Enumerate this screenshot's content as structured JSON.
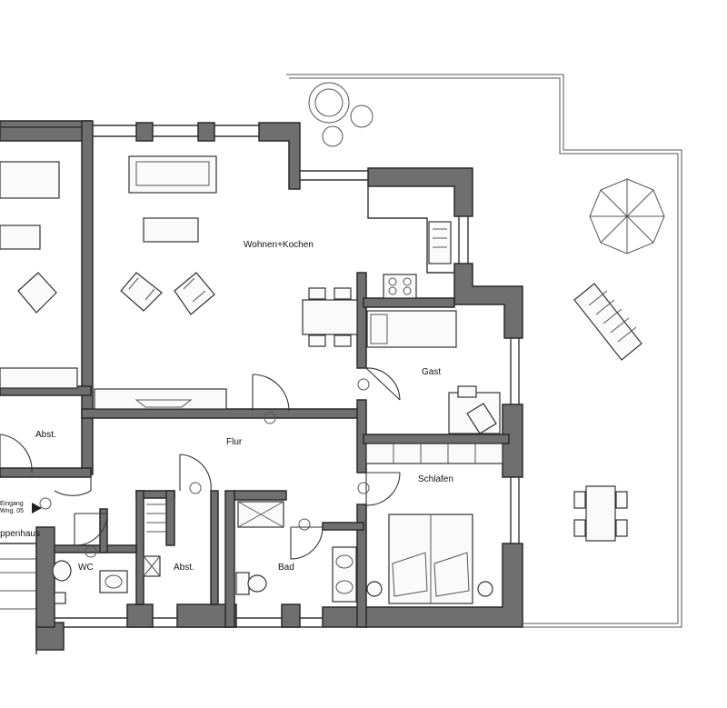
{
  "rooms": {
    "wohnen": "Wohnen+Kochen",
    "gast": "Gast",
    "flur": "Flur",
    "schlafen": "Schlafen",
    "bad": "Bad",
    "abst_left": "Abst.",
    "abst_center": "Abst.",
    "wc": "WC"
  },
  "entrance": {
    "line1": "Eingang",
    "line2": "Wng. 05"
  },
  "stair": "Treppenhaus",
  "colors": {
    "wall": "#6f6f6f",
    "line": "#333333",
    "background": "#ffffff"
  }
}
